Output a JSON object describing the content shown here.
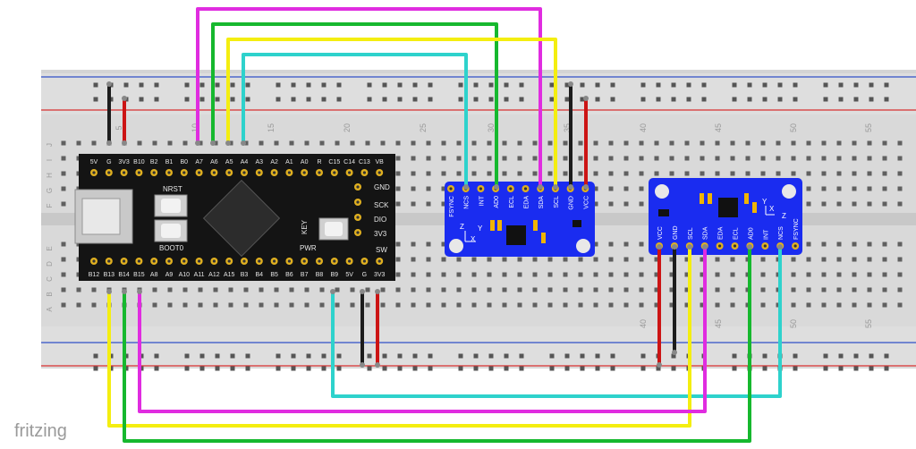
{
  "app": {
    "watermark": "fritzing"
  },
  "breadboard": {
    "column_numbers": [
      "5",
      "10",
      "15",
      "20",
      "25",
      "30",
      "35",
      "40",
      "45",
      "50",
      "55"
    ],
    "row_letters_top": [
      "J",
      "I",
      "H",
      "G",
      "F"
    ],
    "row_letters_bottom": [
      "E",
      "D",
      "C",
      "B",
      "A"
    ]
  },
  "mcu_board": {
    "top_pins": [
      "5V",
      "G",
      "3V3",
      "B10",
      "B2",
      "B1",
      "B0",
      "A7",
      "A6",
      "A5",
      "A4",
      "A3",
      "A2",
      "A1",
      "A0",
      "R",
      "C15",
      "C14",
      "C13",
      "VB"
    ],
    "bottom_pins": [
      "B12",
      "B13",
      "B14",
      "B15",
      "A8",
      "A9",
      "A10",
      "A11",
      "A12",
      "A15",
      "B3",
      "B4",
      "B5",
      "B6",
      "B7",
      "B8",
      "B9",
      "5V",
      "G",
      "3V3"
    ],
    "right_pins": [
      "GND",
      "SCK",
      "DIO",
      "3V3"
    ],
    "label_nrst": "NRST",
    "label_boot0": "BOOT0",
    "label_key": "KEY",
    "label_pwr": "PWR",
    "label_sw": "SW"
  },
  "sensor_1": {
    "pins": [
      "FSYNC",
      "NCS",
      "INT",
      "AD0",
      "ECL",
      "EDA",
      "SDA",
      "SCL",
      "GND",
      "VCC"
    ],
    "axis_z": "Z",
    "axis_y": "Y",
    "axis_x": "X"
  },
  "sensor_2": {
    "pins": [
      "VCC",
      "GND",
      "SCL",
      "SDA",
      "EDA",
      "ECL",
      "AD0",
      "INT",
      "NCS",
      "FSYNC"
    ],
    "axis_y": "Y",
    "axis_x": "X",
    "axis_z": "Z"
  },
  "colors": {
    "breadboard": "#dcdcdc",
    "board_black": "#141414",
    "sensor_blue": "#1a2cf0",
    "wire_magenta": "#e02ce0",
    "wire_green": "#16b82e",
    "wire_yellow": "#f4ee10",
    "wire_cyan": "#2ed2cc",
    "wire_black": "#1c1c1c",
    "wire_red": "#cc1414",
    "rail_red": "#d83030",
    "rail_blue": "#3050c8"
  }
}
